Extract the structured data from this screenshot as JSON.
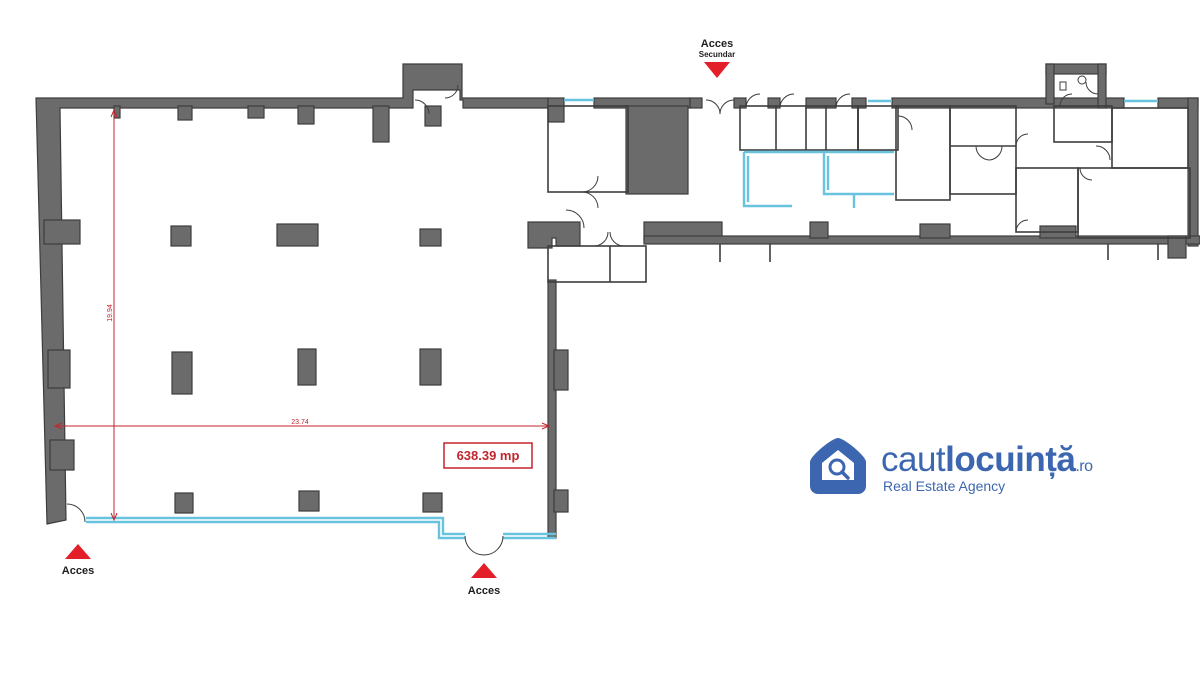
{
  "plan": {
    "area_label": "638.39 mp",
    "dim_width": "23.74",
    "dim_height": "19.94",
    "access_left": "Acces",
    "access_bottom": "Acces",
    "access_top": "Acces",
    "access_top_sub": "Secundar"
  },
  "logo": {
    "part1": "caut",
    "part2": "locuință",
    "tld": ".ro",
    "tagline": "Real Estate Agency"
  },
  "colors": {
    "wall": "#6b6b6b",
    "glazing": "#67c3de",
    "dimension": "#c0262d",
    "access_marker": "#e3202a",
    "brand": "#3d66b0"
  }
}
